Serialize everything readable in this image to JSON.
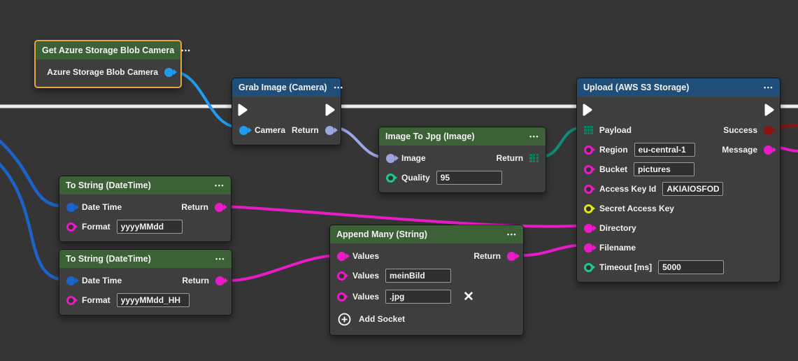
{
  "ui": {
    "menu_icon": "•••",
    "delete_icon": "✕"
  },
  "palette": {
    "background": "#353535",
    "node_body": "#3e3e3e",
    "header_green": "#3d6136",
    "header_blue": "#1f4e79",
    "selection_orange": "#e8a43c",
    "exec_wire_white": "#ececec",
    "camera_blue": "#1f9ced",
    "datetime_blue": "#1b63c8",
    "image_lavender": "#9ba5e0",
    "bytes_teal_grid": "#0c8061",
    "wire_teal": "#0f8b78",
    "number_green": "#1bc895",
    "string_magenta": "#e81bc7",
    "secret_yellow": "#e3e31c",
    "bool_darkred": "#8e1212"
  },
  "nodes": {
    "azure": {
      "title": "Get Azure Storage Blob Camera",
      "output_label": "Azure Storage Blob Camera"
    },
    "grab": {
      "title": "Grab Image (Camera)",
      "camera_label": "Camera",
      "return_label": "Return"
    },
    "jpg": {
      "title": "Image To Jpg (Image)",
      "image_label": "Image",
      "return_label": "Return",
      "quality_label": "Quality",
      "quality_value": "95"
    },
    "upload": {
      "title": "Upload (AWS S3 Storage)",
      "payload_label": "Payload",
      "success_label": "Success",
      "region_label": "Region",
      "region_value": "eu-central-1",
      "message_label": "Message",
      "bucket_label": "Bucket",
      "bucket_value": "pictures",
      "access_key_label": "Access Key Id",
      "access_key_value": "AKIAIOSFODNN",
      "secret_key_label": "Secret Access Key",
      "directory_label": "Directory",
      "filename_label": "Filename",
      "timeout_label": "Timeout [ms]",
      "timeout_value": "5000"
    },
    "tostring1": {
      "title": "To String (DateTime)",
      "datetime_label": "Date Time",
      "return_label": "Return",
      "format_label": "Format",
      "format_value": "yyyyMMdd"
    },
    "tostring2": {
      "title": "To String (DateTime)",
      "datetime_label": "Date Time",
      "return_label": "Return",
      "format_label": "Format",
      "format_value": "yyyyMMdd_HH"
    },
    "append": {
      "title": "Append Many (String)",
      "values_label": "Values",
      "return_label": "Return",
      "value2": "meinBild",
      "value3": ".jpg",
      "add_socket_label": "Add Socket"
    }
  },
  "connections": [
    {
      "from": "azure.output",
      "to": "grab.camera"
    },
    {
      "from": "grab.return",
      "to": "jpg.image"
    },
    {
      "from": "jpg.return",
      "to": "upload.payload"
    },
    {
      "from": "offscreen-left",
      "to": "tostring1.datetime"
    },
    {
      "from": "offscreen-left",
      "to": "tostring2.datetime"
    },
    {
      "from": "tostring1.return",
      "to": "upload.directory"
    },
    {
      "from": "tostring2.return",
      "to": "append.values"
    },
    {
      "from": "append.return",
      "to": "upload.filename"
    },
    {
      "from": "exec-line",
      "to": "grab.exec / upload.exec"
    },
    {
      "from": "upload.success",
      "to": "offscreen-right"
    },
    {
      "from": "upload.message",
      "to": "offscreen-right"
    }
  ]
}
